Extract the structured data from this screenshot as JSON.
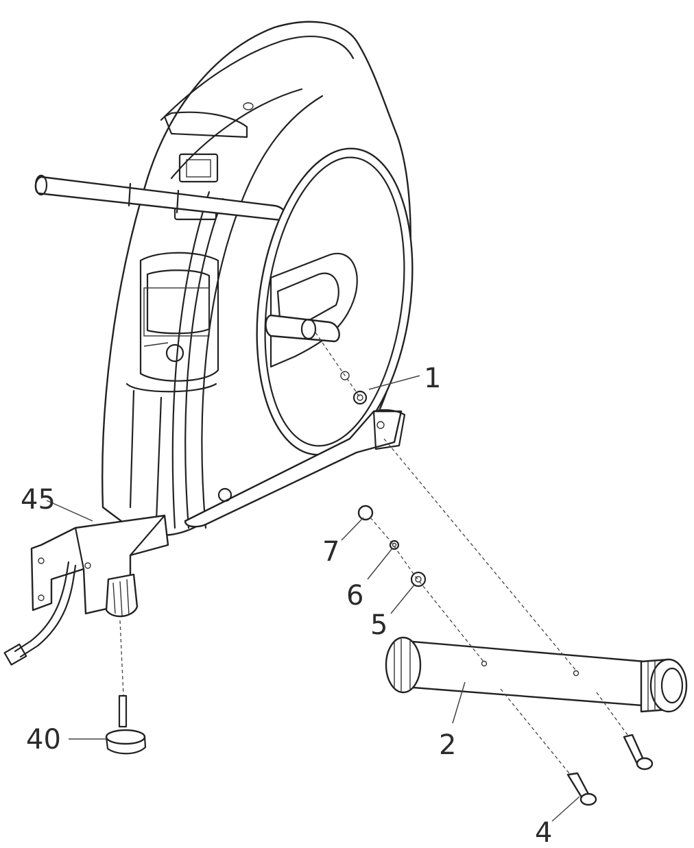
{
  "diagram": {
    "part_labels": {
      "p1": "1",
      "p2": "2",
      "p4": "4",
      "p5": "5",
      "p6": "6",
      "p7": "7",
      "p40": "40",
      "p45": "45"
    }
  },
  "colors": {
    "line": "#222222",
    "background": "#ffffff"
  }
}
